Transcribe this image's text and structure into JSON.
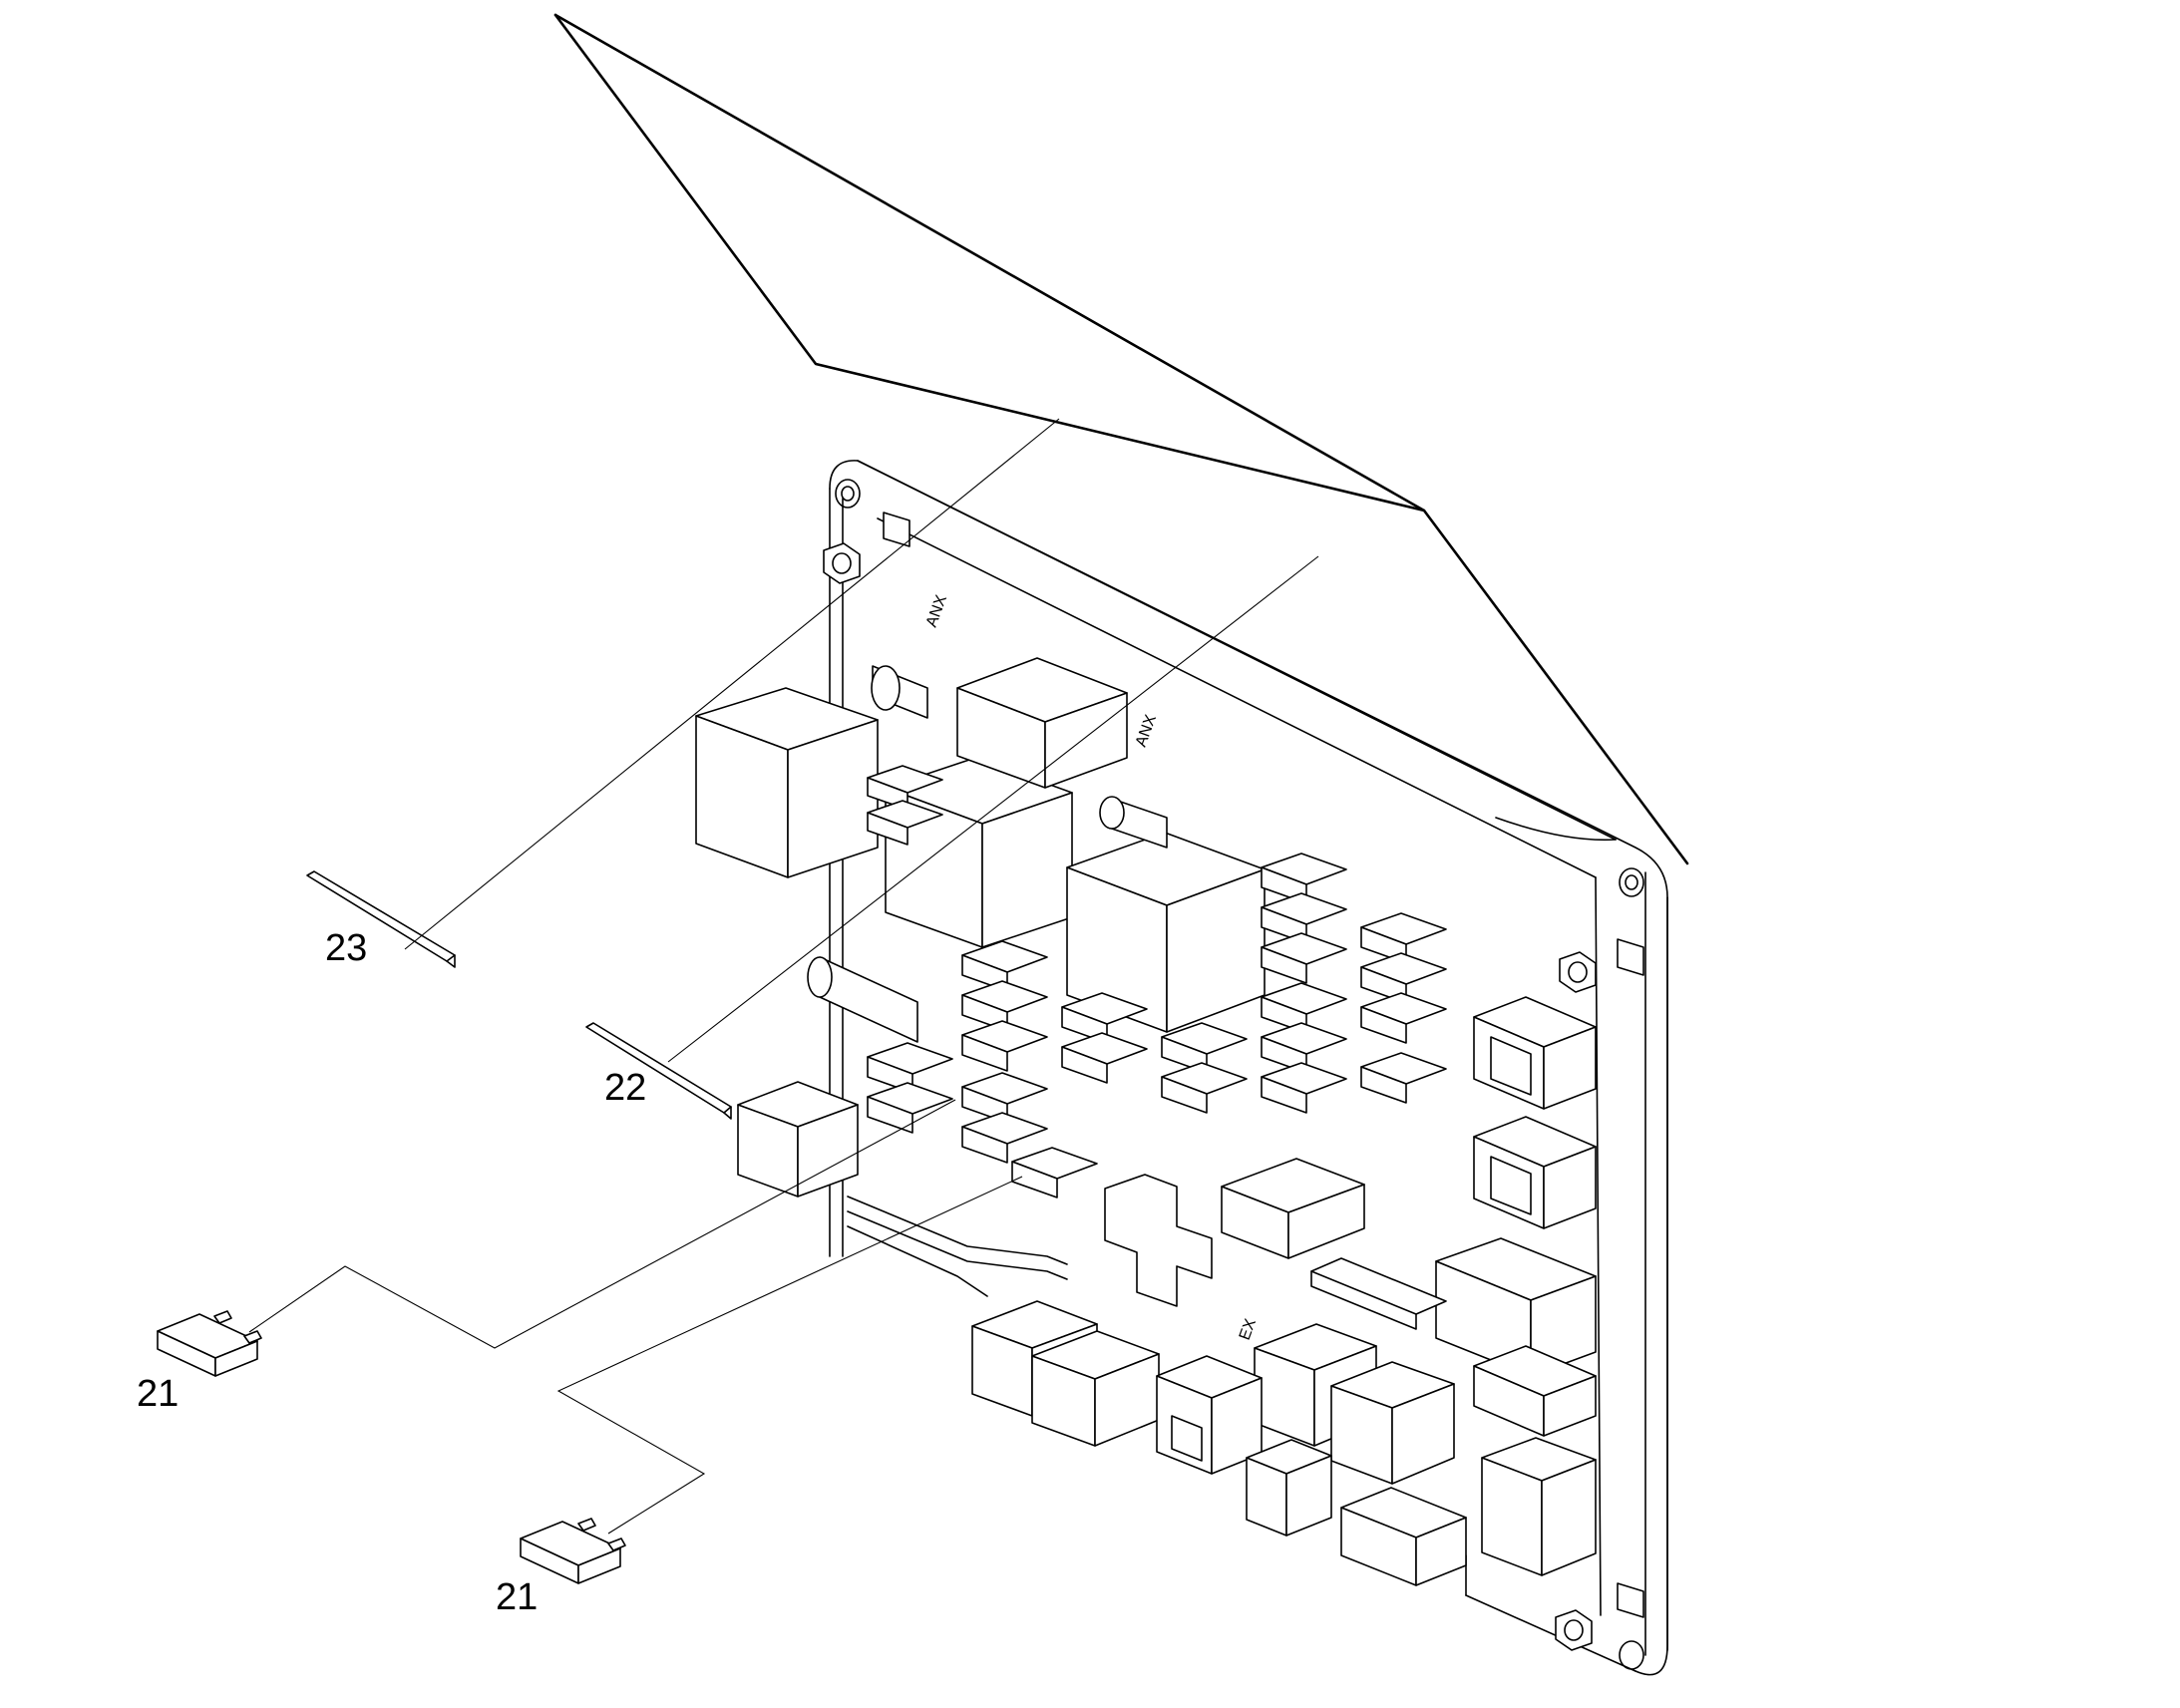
{
  "diagram": {
    "callouts": [
      {
        "id": "c23",
        "label": "23"
      },
      {
        "id": "c22",
        "label": "22"
      },
      {
        "id": "c21a",
        "label": "21"
      },
      {
        "id": "c21b",
        "label": "21"
      }
    ],
    "board_markings": [
      {
        "id": "m1",
        "text": "ANX"
      },
      {
        "id": "m2",
        "text": "ANX"
      },
      {
        "id": "m3",
        "text": "EX"
      }
    ]
  }
}
